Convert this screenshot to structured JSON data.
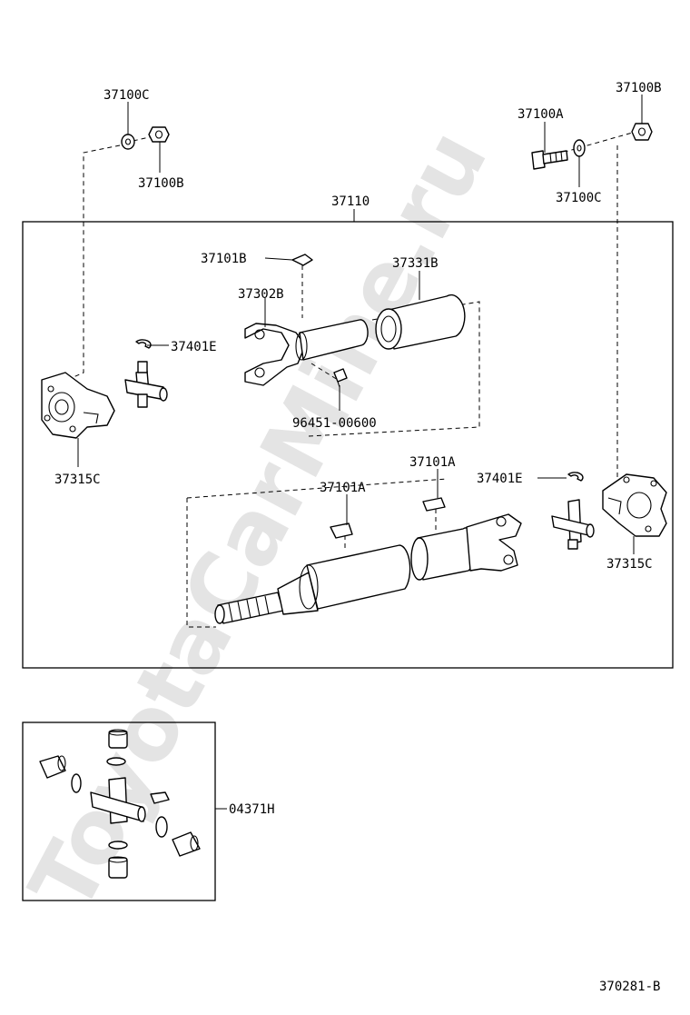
{
  "watermark": "ToyotaCarMine.ru",
  "diagram_code": "370281-B",
  "labels": {
    "l37100C_top": "37100C",
    "l37100B_left": "37100B",
    "l37100A": "37100A",
    "l37100B_right": "37100B",
    "l37100C_right": "37100C",
    "l37110": "37110",
    "l37101B": "37101B",
    "l37331B": "37331B",
    "l37302B": "37302B",
    "l37401E_left": "37401E",
    "l96451": "96451-00600",
    "l37315C_left": "37315C",
    "l37101A_mid": "37101A",
    "l37101A_right": "37101A",
    "l37401E_right": "37401E",
    "l37315C_right": "37315C",
    "l04371H": "04371H"
  }
}
